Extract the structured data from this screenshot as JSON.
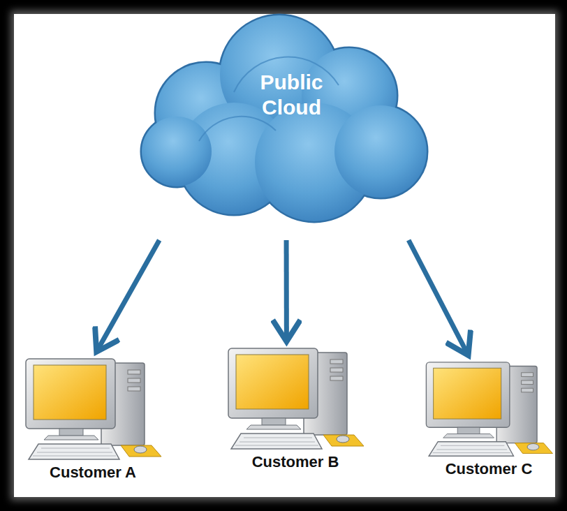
{
  "diagram": {
    "nodes": [
      {
        "text": [
          "Public Cloud"
        ]
      },
      {
        "text": [
          "Customer A"
        ]
      },
      {
        "text": [
          "Customer B"
        ]
      },
      {
        "text": [
          "Customer C"
        ]
      }
    ],
    "edges": [
      {
        "from": 0,
        "to": 1,
        "arrow": "to"
      },
      {
        "from": 0,
        "to": 2,
        "arrow": "to"
      },
      {
        "from": 0,
        "to": 3,
        "arrow": "to"
      }
    ]
  }
}
